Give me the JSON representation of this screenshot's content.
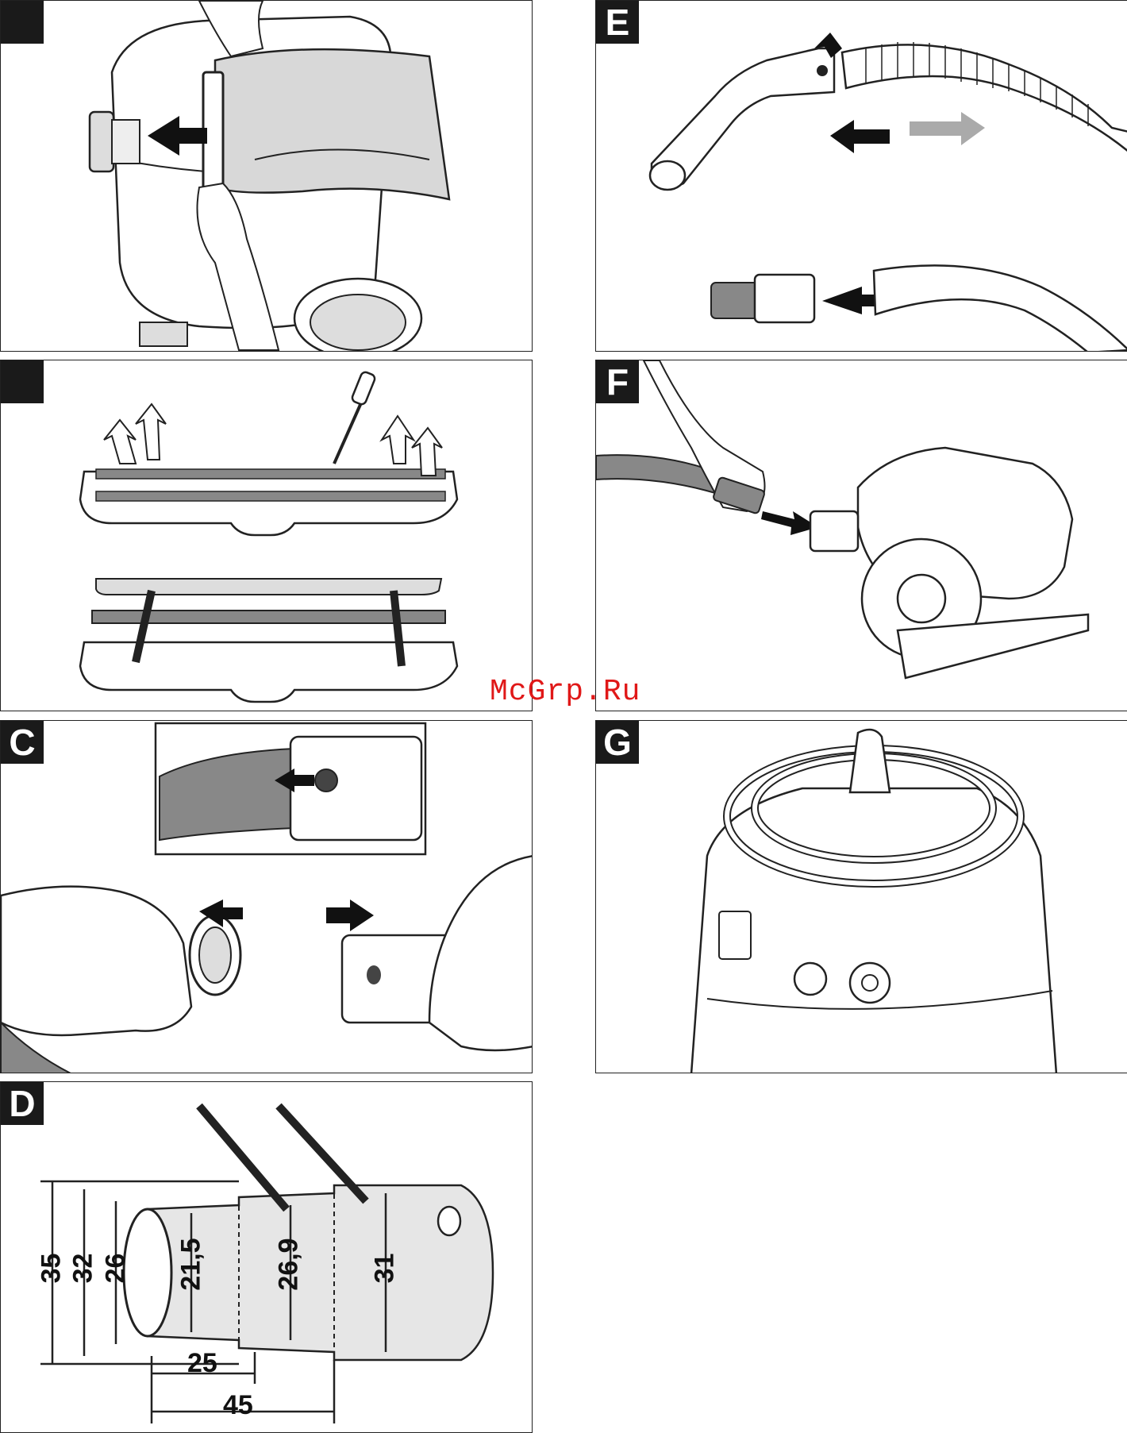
{
  "watermark": "McGrp.Ru",
  "panels": {
    "a": {
      "label": ""
    },
    "b": {
      "label": ""
    },
    "c": {
      "label": "C"
    },
    "d": {
      "label": "D"
    },
    "e": {
      "label": "E"
    },
    "f": {
      "label": "F"
    },
    "g": {
      "label": "G"
    }
  },
  "dimensions": {
    "d35": "35",
    "d32": "32",
    "d26": "26",
    "d21_5": "21,5",
    "d26_9": "26,9",
    "d31": "31",
    "d25": "25",
    "d45": "45"
  },
  "colors": {
    "ink": "#1a1a1a",
    "shade": "#d8d8d8",
    "watermark": "#e01818"
  }
}
